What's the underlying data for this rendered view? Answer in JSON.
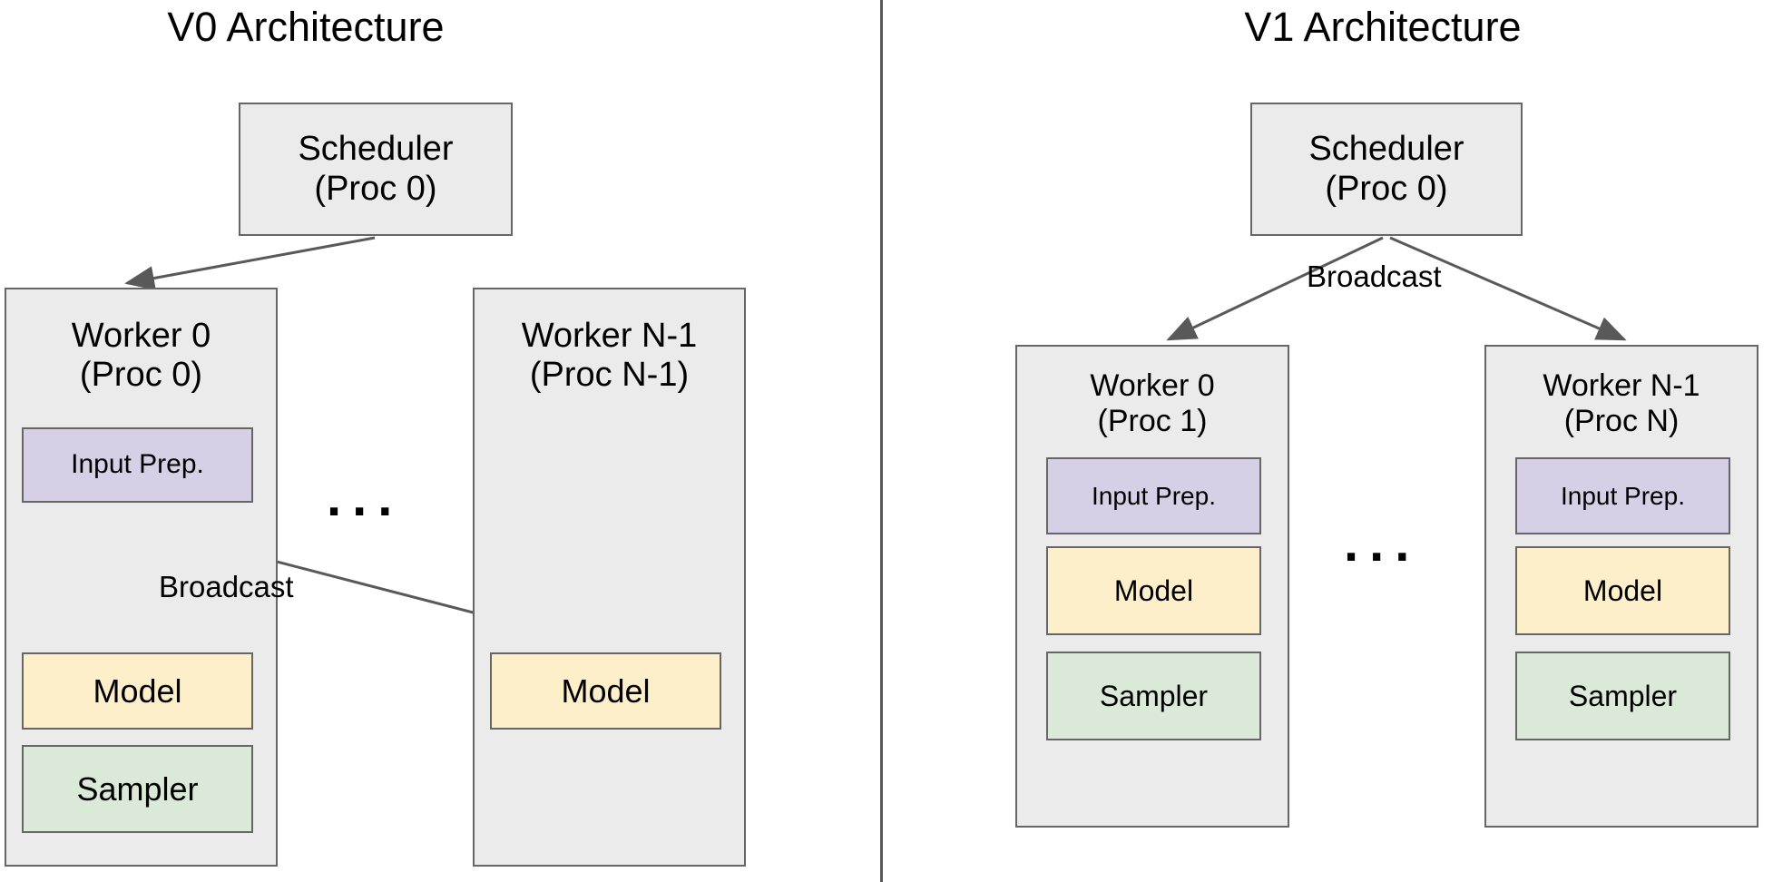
{
  "panels": [
    {
      "id": "v0",
      "title": "V0 Architecture",
      "scheduler": {
        "label": "Scheduler\n(Proc 0)"
      },
      "workers": [
        {
          "label": "Worker 0\n(Proc 0)",
          "components": [
            {
              "name": "Input Prep.",
              "color": "purple"
            },
            {
              "name": "Model",
              "color": "yellow"
            },
            {
              "name": "Sampler",
              "color": "green"
            }
          ]
        },
        {
          "label": "Worker N-1\n(Proc N-1)",
          "components": [
            {
              "name": "Model",
              "color": "yellow"
            }
          ]
        }
      ],
      "edge_labels": [
        "Broadcast"
      ],
      "ellipsis": "..."
    },
    {
      "id": "v1",
      "title": "V1 Architecture",
      "scheduler": {
        "label": "Scheduler\n(Proc 0)"
      },
      "workers": [
        {
          "label": "Worker 0\n(Proc 1)",
          "components": [
            {
              "name": "Input Prep.",
              "color": "purple"
            },
            {
              "name": "Model",
              "color": "yellow"
            },
            {
              "name": "Sampler",
              "color": "green"
            }
          ]
        },
        {
          "label": "Worker N-1\n(Proc N)",
          "components": [
            {
              "name": "Input Prep.",
              "color": "purple"
            },
            {
              "name": "Model",
              "color": "yellow"
            },
            {
              "name": "Sampler",
              "color": "green"
            }
          ]
        }
      ],
      "edge_labels": [
        "Broadcast"
      ],
      "ellipsis": "..."
    }
  ],
  "colors": {
    "box_gray": "#ebebeb",
    "box_purple": "#d5d0e5",
    "box_yellow": "#fcefc9",
    "box_green": "#dbe9d8",
    "border": "#666666",
    "arrow": "#595959",
    "divider": "#595959",
    "text": "#000000",
    "background": "#ffffff"
  }
}
